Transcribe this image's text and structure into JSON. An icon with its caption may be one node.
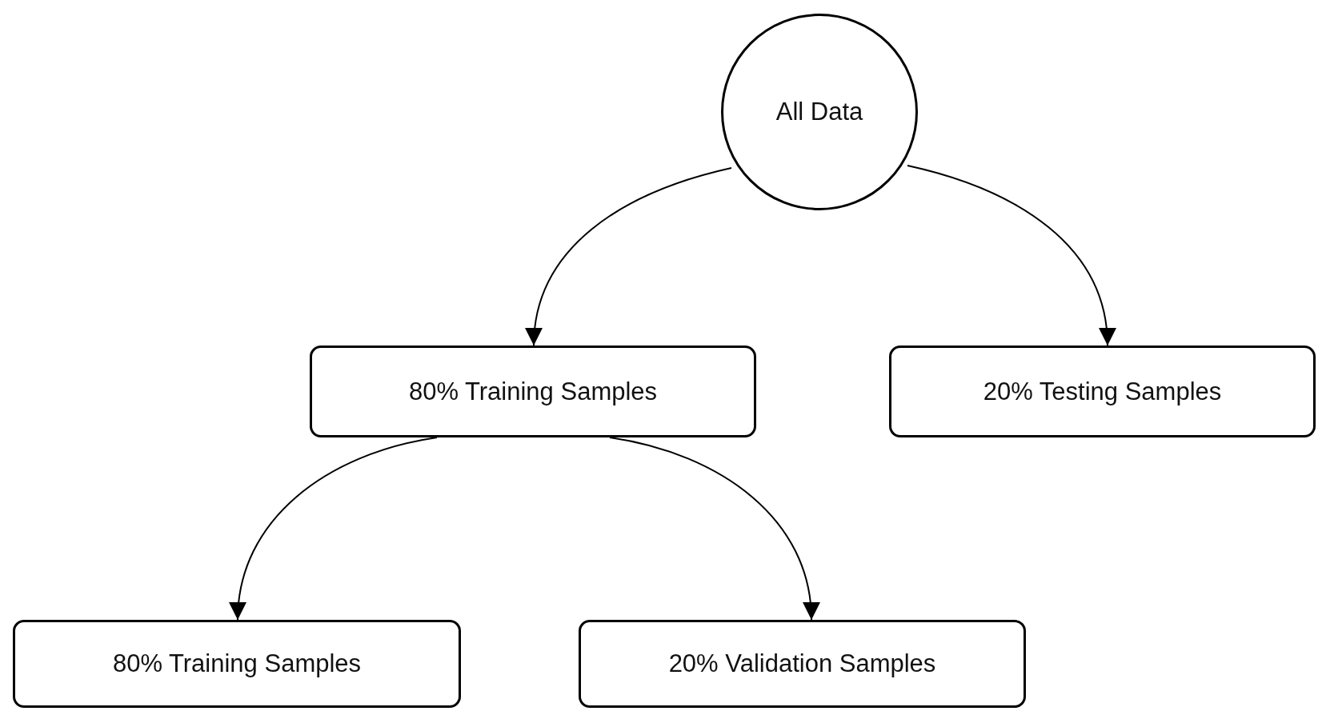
{
  "diagram": {
    "nodes": [
      {
        "text": [
          "All Data"
        ]
      },
      {
        "text": [
          "80% Training Samples"
        ]
      },
      {
        "text": [
          "20% Testing Samples"
        ]
      },
      {
        "text": [
          "80% Training Samples"
        ]
      },
      {
        "text": [
          "20% Validation Samples"
        ]
      }
    ],
    "edges": [
      {
        "from": 0,
        "to": 1,
        "arrow": "to"
      },
      {
        "from": 0,
        "to": 2,
        "arrow": "to"
      },
      {
        "from": 1,
        "to": 3,
        "arrow": "to"
      },
      {
        "from": 1,
        "to": 4,
        "arrow": "to"
      }
    ]
  }
}
